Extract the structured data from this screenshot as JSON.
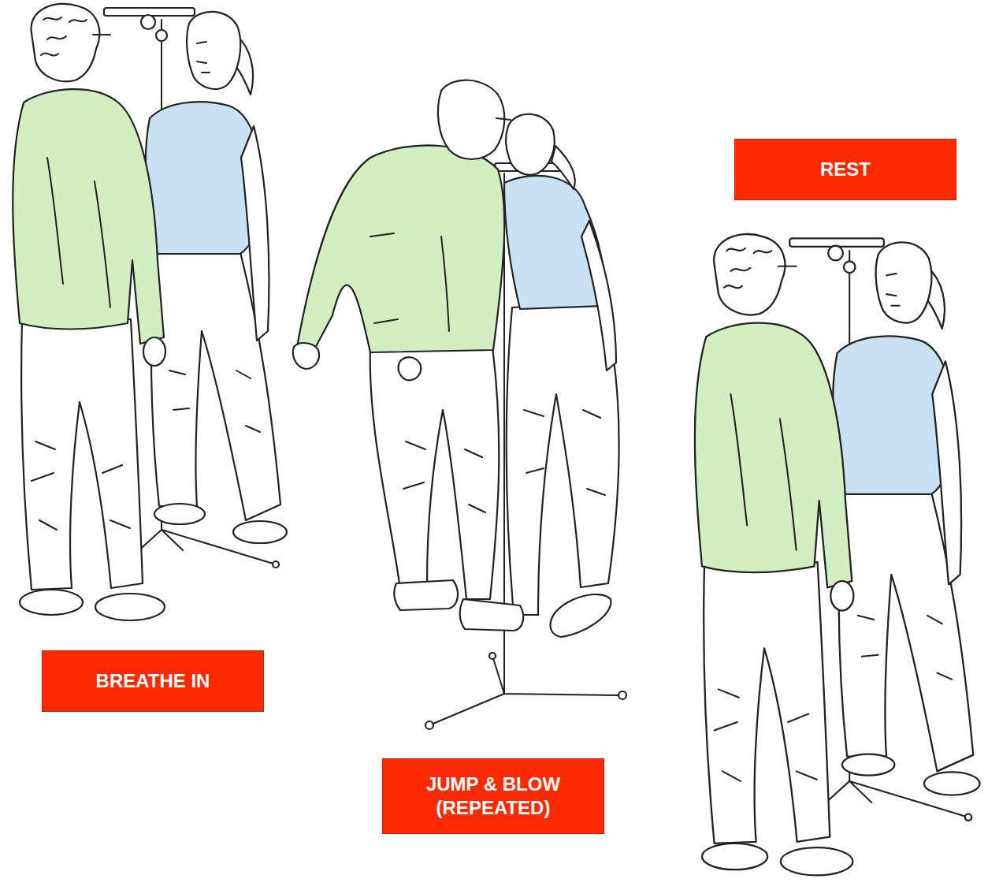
{
  "diagram": {
    "nodes": [
      {
        "text": [
          "BREATHE IN"
        ]
      },
      {
        "text": [
          "JUMP & BLOW (REPEATED)"
        ]
      },
      {
        "text": [
          "REST"
        ]
      }
    ]
  }
}
